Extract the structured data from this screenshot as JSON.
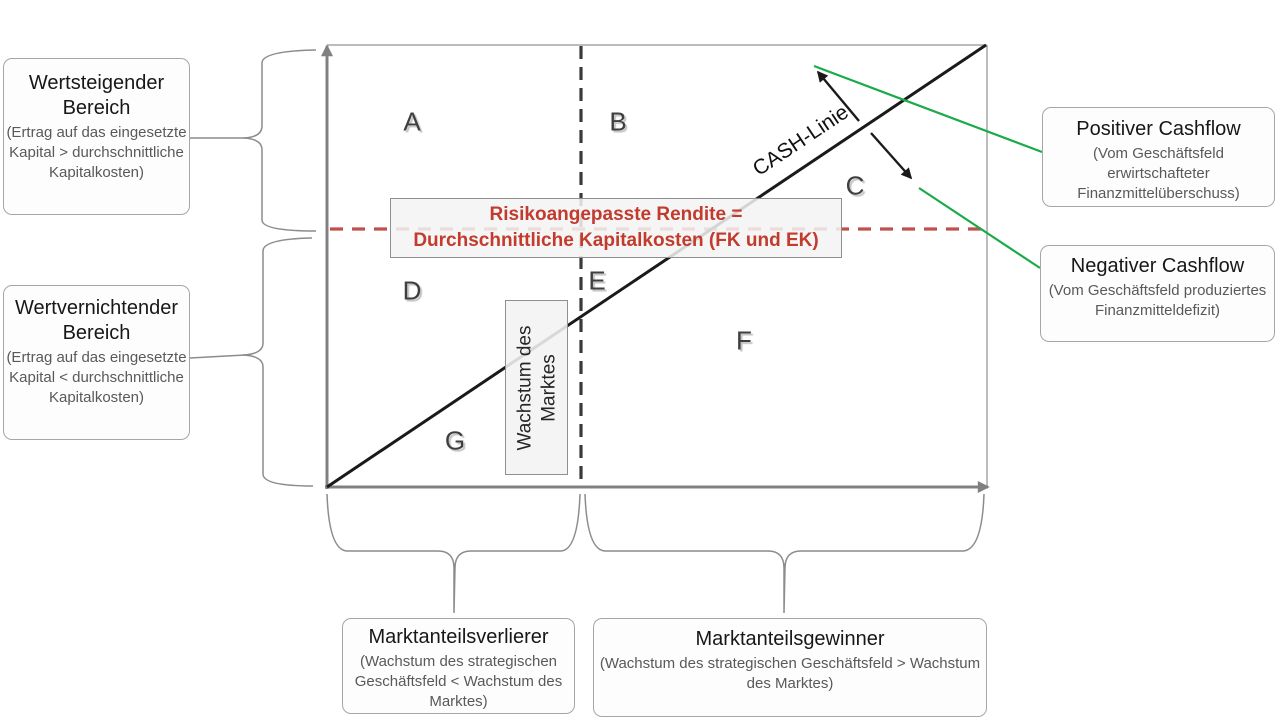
{
  "colors": {
    "axis_gray": "#808080",
    "border_gray": "#a6a6a6",
    "vertical_dash": "#3a3a3a",
    "red_dash": "#c0504d",
    "red_text": "#c23b2d",
    "green_connector": "#1baa4a",
    "cash_line_black": "#1a1a1a"
  },
  "diagram": {
    "cash_line_label": "CASH-Linie",
    "region_labels": [
      "A",
      "B",
      "C",
      "D",
      "E",
      "F",
      "G"
    ],
    "threshold_box": {
      "line1": "Risikoangepasste Rendite =",
      "line2": "Durchschnittliche Kapitalkosten (FK und EK)"
    },
    "market_growth": {
      "line1": "Wachstum des",
      "line2": "Marktes"
    }
  },
  "callouts": {
    "value_increasing": {
      "title": "Wertsteigender Bereich",
      "detail": "(Ertrag auf das eingesetzte Kapital > durchschnittliche Kapitalkosten)"
    },
    "value_destroying": {
      "title": "Wertvernichtender Bereich",
      "detail": "(Ertrag auf das eingesetzte Kapital < durchschnittliche Kapitalkosten)"
    },
    "positive_cashflow": {
      "title": "Positiver Cashflow",
      "detail": "(Vom Geschäftsfeld erwirtschafteter Finanzmittelüberschuss)"
    },
    "negative_cashflow": {
      "title": "Negativer Cashflow",
      "detail": "(Vom Geschäftsfeld produziertes Finanzmitteldefizit)"
    },
    "market_share_loser": {
      "title": "Marktanteilsverlierer",
      "detail": "(Wachstum des strategischen Geschäftsfeld < Wachstum des Marktes)"
    },
    "market_share_winner": {
      "title": "Marktanteilsgewinner",
      "detail": "(Wachstum des strategischen Geschäftsfeld > Wachstum des Marktes)"
    }
  }
}
